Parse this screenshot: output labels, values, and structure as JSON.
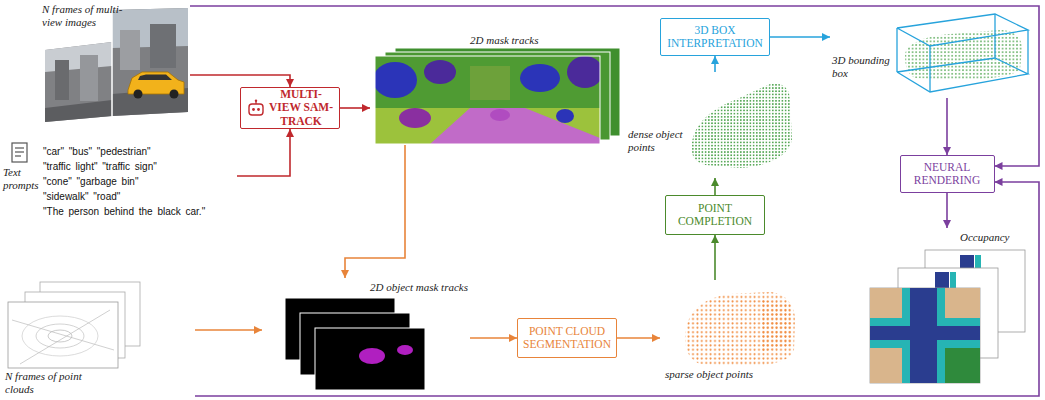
{
  "diagram": {
    "nodes": [
      {
        "text": [
          "N frames of multi-view images"
        ]
      },
      {
        "text": [
          "Text prompts",
          "\"car\" \"bus\" \"pedestrian\"",
          "\"traffic light\" \"traffic sign\"",
          "\"cone\" \"garbage bin\"",
          "\"sidewalk\" \"road\"",
          "\"The person behind the black car.\""
        ]
      },
      {
        "text": [
          "MULTI-VIEW SAM-TRACK"
        ]
      },
      {
        "text": [
          "2D mask tracks"
        ]
      },
      {
        "text": [
          "3D BOX INTERPRETATION"
        ]
      },
      {
        "text": [
          "3D bounding box"
        ]
      },
      {
        "text": [
          "dense object points"
        ]
      },
      {
        "text": [
          "POINT COMPLETION"
        ]
      },
      {
        "text": [
          "NEURAL RENDERING"
        ]
      },
      {
        "text": [
          "Occupancy"
        ]
      },
      {
        "text": [
          "N frames of point clouds"
        ]
      },
      {
        "text": [
          "2D object mask tracks"
        ]
      },
      {
        "text": [
          "POINT CLOUD SEGMENTATION"
        ]
      },
      {
        "text": [
          "sparse object points"
        ]
      }
    ],
    "edges": [
      {
        "from": 0,
        "to": 2,
        "arrow": "to"
      },
      {
        "from": 1,
        "to": 2,
        "arrow": "to"
      },
      {
        "from": 2,
        "to": 3,
        "arrow": "to"
      },
      {
        "from": 3,
        "to": 11,
        "arrow": "to"
      },
      {
        "from": 10,
        "to": 11,
        "arrow": "to"
      },
      {
        "from": 11,
        "to": 12,
        "arrow": "to"
      },
      {
        "from": 12,
        "to": 13,
        "arrow": "to"
      },
      {
        "from": 13,
        "to": 7,
        "arrow": "to"
      },
      {
        "from": 7,
        "to": 6,
        "arrow": "to"
      },
      {
        "from": 6,
        "to": 4,
        "arrow": "to"
      },
      {
        "from": 4,
        "to": 5,
        "arrow": "to"
      },
      {
        "from": 5,
        "to": 8,
        "arrow": "to"
      },
      {
        "from": 8,
        "to": 9,
        "arrow": "to"
      },
      {
        "from": 0,
        "to": 8,
        "arrow": "to"
      },
      {
        "from": 10,
        "to": 8,
        "arrow": "to"
      }
    ]
  }
}
